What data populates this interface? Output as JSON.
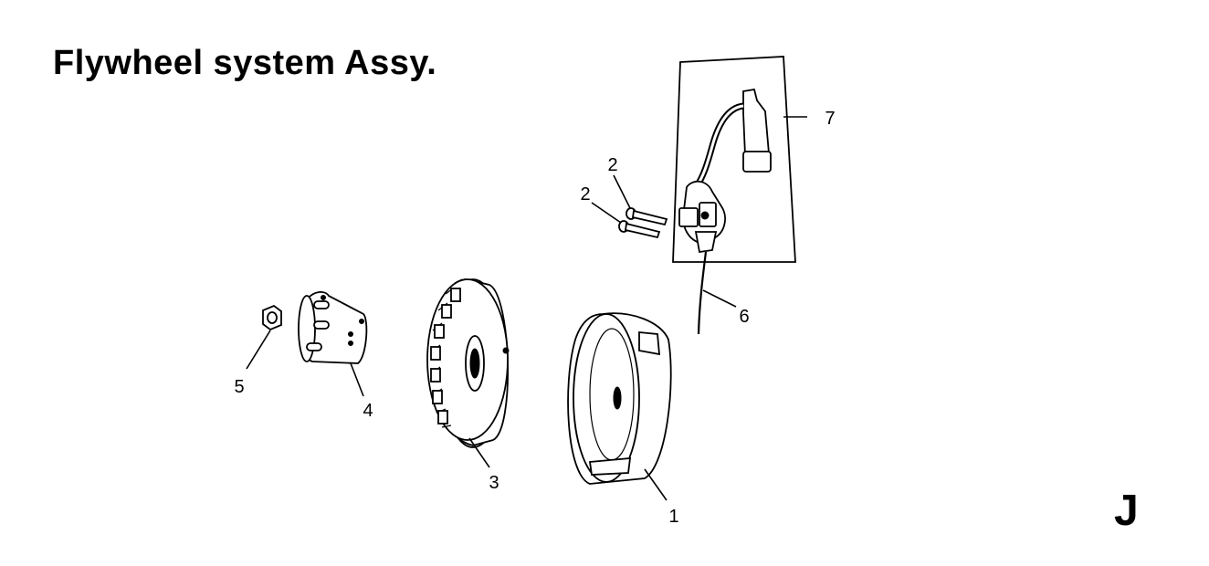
{
  "header": {
    "title": "Flywheel system Assy."
  },
  "section": {
    "letter": "J"
  },
  "callouts": [
    {
      "id": "1",
      "label": "1"
    },
    {
      "id": "2a",
      "label": "2"
    },
    {
      "id": "2b",
      "label": "2"
    },
    {
      "id": "3",
      "label": "3"
    },
    {
      "id": "4",
      "label": "4"
    },
    {
      "id": "5",
      "label": "5"
    },
    {
      "id": "6",
      "label": "6"
    },
    {
      "id": "7",
      "label": "7"
    }
  ]
}
